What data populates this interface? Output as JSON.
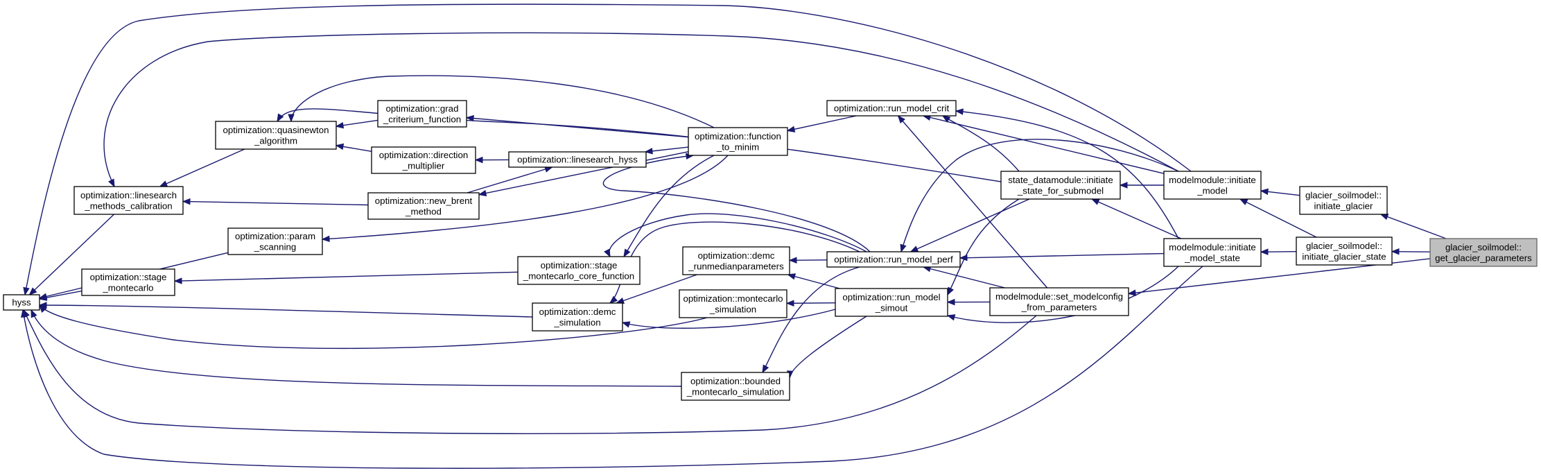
{
  "graph": {
    "nodes": [
      {
        "id": "hyss",
        "lines": [
          "hyss"
        ]
      },
      {
        "id": "linesearch_methods_calibration",
        "lines": [
          "optimization::linesearch",
          "_methods_calibration"
        ]
      },
      {
        "id": "quasinewton",
        "lines": [
          "optimization::quasinewton",
          "_algorithm"
        ]
      },
      {
        "id": "grad_criterium",
        "lines": [
          "optimization::grad",
          "_criterium_function"
        ]
      },
      {
        "id": "direction_multiplier",
        "lines": [
          "optimization::direction",
          "_multiplier"
        ]
      },
      {
        "id": "new_brent",
        "lines": [
          "optimization::new_brent",
          "_method"
        ]
      },
      {
        "id": "linesearch_hyss",
        "lines": [
          "optimization::linesearch_hyss"
        ]
      },
      {
        "id": "function_to_minim",
        "lines": [
          "optimization::function",
          "_to_minim"
        ]
      },
      {
        "id": "param_scanning",
        "lines": [
          "optimization::param",
          "_scanning"
        ]
      },
      {
        "id": "stage_montecarlo",
        "lines": [
          "optimization::stage",
          "_montecarlo"
        ]
      },
      {
        "id": "stage_core",
        "lines": [
          "optimization::stage",
          "_montecarlo_core_function"
        ]
      },
      {
        "id": "demc_simulation",
        "lines": [
          "optimization::demc",
          "_simulation"
        ]
      },
      {
        "id": "demc_runmedian",
        "lines": [
          "optimization::demc",
          "_runmedianparameters"
        ]
      },
      {
        "id": "montecarlo_sim",
        "lines": [
          "optimization::montecarlo",
          "_simulation"
        ]
      },
      {
        "id": "bounded_montecarlo",
        "lines": [
          "optimization::bounded",
          "_montecarlo_simulation"
        ]
      },
      {
        "id": "run_model_crit",
        "lines": [
          "optimization::run_model_crit"
        ]
      },
      {
        "id": "run_model_perf",
        "lines": [
          "optimization::run_model_perf"
        ]
      },
      {
        "id": "run_model_simout",
        "lines": [
          "optimization::run_model",
          "_simout"
        ]
      },
      {
        "id": "initiate_state_for_submodel",
        "lines": [
          "state_datamodule::initiate",
          "_state_for_submodel"
        ]
      },
      {
        "id": "set_modelconfig",
        "lines": [
          "modelmodule::set_modelconfig",
          "_from_parameters"
        ]
      },
      {
        "id": "initiate_model",
        "lines": [
          "modelmodule::initiate",
          "_model"
        ]
      },
      {
        "id": "initiate_model_state",
        "lines": [
          "modelmodule::initiate",
          "_model_state"
        ]
      },
      {
        "id": "initiate_glacier",
        "lines": [
          "glacier_soilmodel::",
          "initiate_glacier"
        ]
      },
      {
        "id": "initiate_glacier_state",
        "lines": [
          "glacier_soilmodel::",
          "initiate_glacier_state"
        ]
      },
      {
        "id": "get_glacier_parameters",
        "lines": [
          "glacier_soilmodel::",
          "get_glacier_parameters"
        ],
        "highlight": true
      }
    ],
    "edges": [
      [
        "linesearch_methods_calibration",
        "hyss"
      ],
      [
        "quasinewton",
        "linesearch_methods_calibration"
      ],
      [
        "grad_criterium",
        "quasinewton"
      ],
      [
        "function_to_minim",
        "grad_criterium"
      ],
      [
        "direction_multiplier",
        "quasinewton"
      ],
      [
        "linesearch_hyss",
        "direction_multiplier"
      ],
      [
        "function_to_minim",
        "linesearch_hyss"
      ],
      [
        "new_brent",
        "linesearch_methods_calibration"
      ],
      [
        "function_to_minim",
        "new_brent"
      ],
      [
        "new_brent",
        "linesearch_hyss"
      ],
      [
        "function_to_minim",
        "quasinewton"
      ],
      [
        "param_scanning",
        "hyss"
      ],
      [
        "function_to_minim",
        "param_scanning"
      ],
      [
        "stage_montecarlo",
        "hyss"
      ],
      [
        "stage_core",
        "stage_montecarlo"
      ],
      [
        "function_to_minim",
        "stage_core"
      ],
      [
        "demc_simulation",
        "hyss"
      ],
      [
        "run_model_perf",
        "demc_simulation"
      ],
      [
        "run_model_simout",
        "demc_simulation"
      ],
      [
        "demc_runmedian",
        "demc_simulation"
      ],
      [
        "montecarlo_sim",
        "hyss"
      ],
      [
        "run_model_simout",
        "montecarlo_sim"
      ],
      [
        "bounded_montecarlo",
        "hyss"
      ],
      [
        "run_model_perf",
        "bounded_montecarlo"
      ],
      [
        "run_model_simout",
        "bounded_montecarlo"
      ],
      [
        "run_model_crit",
        "function_to_minim"
      ],
      [
        "run_model_perf",
        "stage_core"
      ],
      [
        "run_model_perf",
        "demc_runmedian"
      ],
      [
        "run_model_perf",
        "function_to_minim"
      ],
      [
        "run_model_simout",
        "demc_runmedian"
      ],
      [
        "initiate_state_for_submodel",
        "run_model_crit"
      ],
      [
        "initiate_state_for_submodel",
        "run_model_perf"
      ],
      [
        "initiate_state_for_submodel",
        "run_model_simout"
      ],
      [
        "initiate_state_for_submodel",
        "linesearch_methods_calibration"
      ],
      [
        "set_modelconfig",
        "run_model_crit"
      ],
      [
        "set_modelconfig",
        "run_model_perf"
      ],
      [
        "set_modelconfig",
        "run_model_simout"
      ],
      [
        "set_modelconfig",
        "hyss"
      ],
      [
        "initiate_model",
        "initiate_state_for_submodel"
      ],
      [
        "initiate_model",
        "run_model_crit"
      ],
      [
        "initiate_model",
        "run_model_perf"
      ],
      [
        "initiate_model",
        "hyss"
      ],
      [
        "initiate_model",
        "linesearch_methods_calibration"
      ],
      [
        "initiate_model_state",
        "initiate_state_for_submodel"
      ],
      [
        "initiate_model_state",
        "run_model_crit"
      ],
      [
        "initiate_model_state",
        "run_model_perf"
      ],
      [
        "initiate_model_state",
        "run_model_simout"
      ],
      [
        "initiate_model_state",
        "hyss"
      ],
      [
        "initiate_glacier",
        "initiate_model"
      ],
      [
        "initiate_glacier_state",
        "initiate_model"
      ],
      [
        "initiate_glacier_state",
        "initiate_model_state"
      ],
      [
        "get_glacier_parameters",
        "initiate_glacier"
      ],
      [
        "get_glacier_parameters",
        "initiate_glacier_state"
      ],
      [
        "get_glacier_parameters",
        "set_modelconfig"
      ]
    ]
  }
}
